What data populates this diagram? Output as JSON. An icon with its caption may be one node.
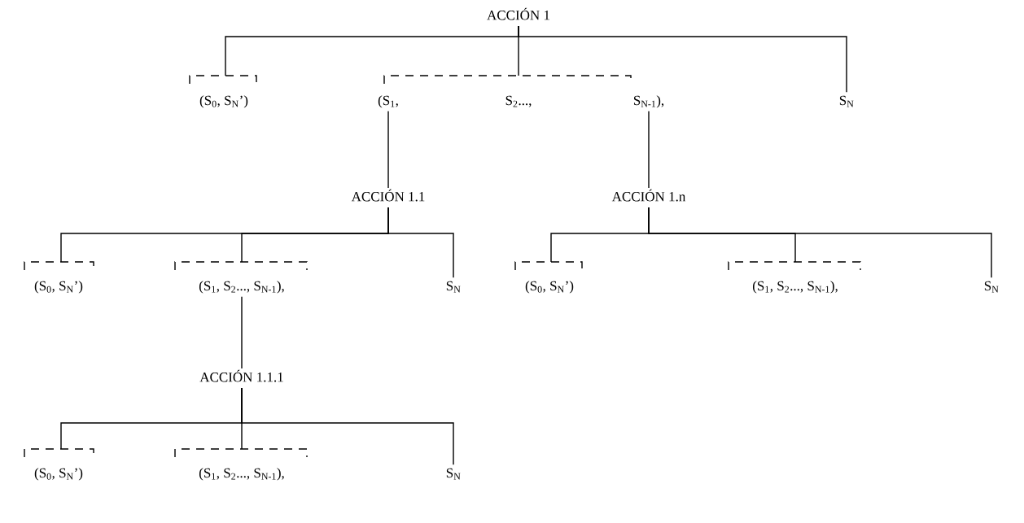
{
  "diagram": {
    "nodes": [
      {
        "text": [
          "ACCIÓN 1"
        ]
      },
      {
        "text": [
          "(S$_{0}$, S$_{N}$’)"
        ]
      },
      {
        "text": [
          "(S$_{1}$,"
        ]
      },
      {
        "text": [
          "S$_{2}$...,"
        ]
      },
      {
        "text": [
          "S$_{N-1}$),"
        ]
      },
      {
        "text": [
          "S$_{N}$"
        ]
      },
      {
        "text": [
          "ACCIÓN 1.1"
        ]
      },
      {
        "text": [
          "ACCIÓN 1.n"
        ]
      },
      {
        "text": [
          "(S$_{0}$, S$_{N}$’)"
        ]
      },
      {
        "text": [
          "(S$_{1}$, S$_{2}$..., S$_{N-1}$),"
        ]
      },
      {
        "text": [
          "S$_{N}$"
        ]
      },
      {
        "text": [
          "(S$_{0}$, S$_{N}$’)"
        ]
      },
      {
        "text": [
          "(S$_{1}$, S$_{2}$..., S$_{N-1}$),"
        ]
      },
      {
        "text": [
          "S$_{N}$"
        ]
      },
      {
        "text": [
          "ACCIÓN 1.1.1"
        ]
      },
      {
        "text": [
          "(S$_{0}$, S$_{N}$’)"
        ]
      },
      {
        "text": [
          "(S$_{1}$, S$_{2}$..., S$_{N-1}$),"
        ]
      },
      {
        "text": [
          "S$_{N}$"
        ]
      }
    ],
    "edges": [
      {
        "from": 0,
        "to": 1,
        "arrow": "none"
      },
      {
        "from": 0,
        "to": 3,
        "arrow": "none"
      },
      {
        "from": 0,
        "to": 5,
        "arrow": "none"
      },
      {
        "from": 2,
        "to": 6,
        "arrow": "none"
      },
      {
        "from": 4,
        "to": 7,
        "arrow": "none"
      },
      {
        "from": 6,
        "to": 8,
        "arrow": "none"
      },
      {
        "from": 6,
        "to": 9,
        "arrow": "none"
      },
      {
        "from": 6,
        "to": 10,
        "arrow": "none"
      },
      {
        "from": 7,
        "to": 11,
        "arrow": "none"
      },
      {
        "from": 7,
        "to": 12,
        "arrow": "none"
      },
      {
        "from": 7,
        "to": 13,
        "arrow": "none"
      },
      {
        "from": 9,
        "to": 14,
        "arrow": "none"
      },
      {
        "from": 14,
        "to": 15,
        "arrow": "none"
      },
      {
        "from": 14,
        "to": 16,
        "arrow": "none"
      },
      {
        "from": 14,
        "to": 17,
        "arrow": "none"
      }
    ]
  }
}
